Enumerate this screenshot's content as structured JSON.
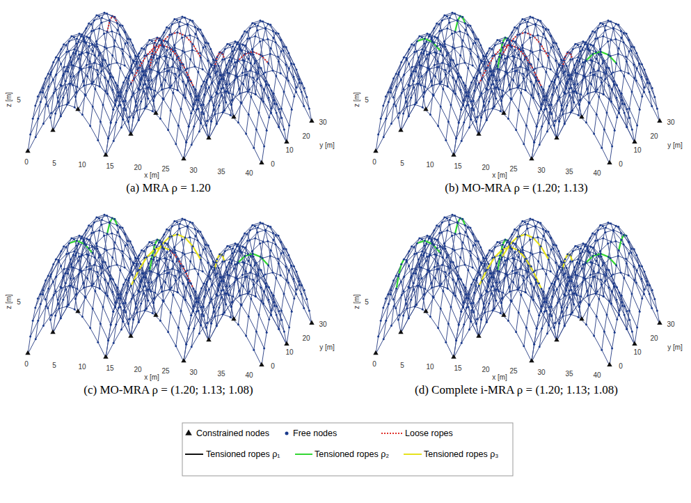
{
  "diagram": {
    "labels": [
      "z [m]",
      "5",
      "0",
      "5",
      "10",
      "15",
      "20",
      "25",
      "30",
      "35",
      "40",
      "x [m]",
      "0",
      "10",
      "20",
      "30",
      "y [m]",
      "(a) MRA ρ = 1.20",
      "z [m]",
      "5",
      "0",
      "5",
      "10",
      "15",
      "20",
      "25",
      "30",
      "35",
      "40",
      "x [m]",
      "0",
      "10",
      "20",
      "30",
      "y [m]",
      "(b) MO-MRA ρ = (1.20; 1.13)",
      "z [m]",
      "5",
      "0",
      "5",
      "10",
      "15",
      "20",
      "25",
      "30",
      "35",
      "40",
      "x [m]",
      "0",
      "10",
      "20",
      "30",
      "y [m]",
      "(c) MO-MRA ρ = (1.20; 1.13; 1.08)",
      "z [m]",
      "5",
      "0",
      "5",
      "10",
      "15",
      "20",
      "25",
      "30",
      "35",
      "40",
      "x [m]",
      "0",
      "10",
      "20",
      "30",
      "y [m]",
      "(d) Complete i-MRA ρ = (1.20; 1.13; 1.08)"
    ],
    "legend": [
      {
        "text": "Constrained nodes"
      },
      {
        "text": "Free nodes"
      },
      {
        "text": "Loose ropes"
      },
      {
        "text": "Tensioned ropes ρ₁"
      },
      {
        "text": "Tensioned ropes ρ₂"
      },
      {
        "text": "Tensioned ropes ρ₃"
      }
    ]
  }
}
